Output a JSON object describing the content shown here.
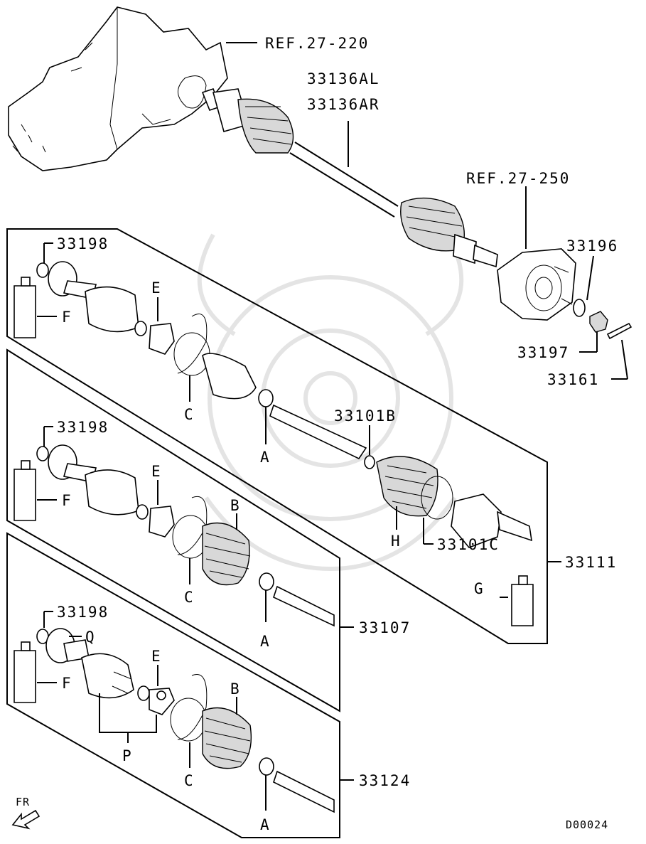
{
  "refs": {
    "transaxle": "REF.27-220",
    "hub": "REF.27-250"
  },
  "shaft_parts": {
    "left": "33136AL",
    "right": "33136AR"
  },
  "hub_parts": {
    "washer": "33196",
    "nut": "33197",
    "cotter_pin": "33161"
  },
  "kit_1": {
    "part": "33111",
    "seal": "33198",
    "grease_f": "F",
    "snap_ring_e": "E",
    "band_c": "C",
    "band_a": "A",
    "ring_b": "33101B",
    "band_c2": "33101C",
    "boot_h": "H",
    "grease_g": "G"
  },
  "kit_2": {
    "part": "33107",
    "seal": "33198",
    "grease_f": "F",
    "snap_ring_e": "E",
    "boot_b": "B",
    "band_c": "C",
    "band_a": "A"
  },
  "kit_3": {
    "part": "33124",
    "seal": "33198",
    "grease_f": "F",
    "housing_q": "Q",
    "snap_ring_e": "E",
    "spider_p": "P",
    "boot_b": "B",
    "band_c": "C",
    "band_a": "A"
  },
  "direction": "FR",
  "diagram_code": "D00024",
  "icon_names": [
    "front-direction-arrow-icon",
    "grease-tube-icon"
  ]
}
